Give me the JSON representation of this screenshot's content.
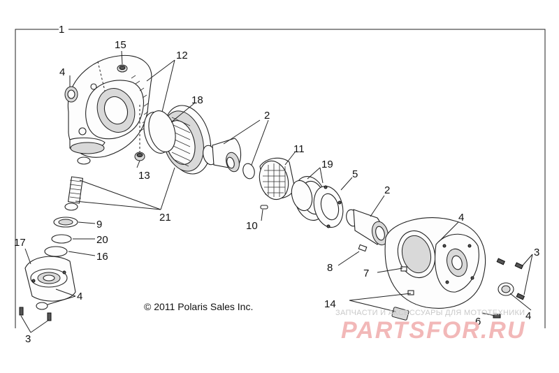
{
  "diagram": {
    "callouts": {
      "c1": "1",
      "c2a": "2",
      "c2b": "2",
      "c3a": "3",
      "c3b": "3",
      "c4a": "4",
      "c4b": "4",
      "c4c": "4",
      "c4d": "4",
      "c5": "5",
      "c6": "6",
      "c7": "7",
      "c8": "8",
      "c9": "9",
      "c10": "10",
      "c11": "11",
      "c12": "12",
      "c13": "13",
      "c14": "14",
      "c15": "15",
      "c16": "16",
      "c17": "17",
      "c18": "18",
      "c19": "19",
      "c20": "20",
      "c21": "21"
    },
    "copyright": "© 2011 Polaris Sales Inc.",
    "watermark": {
      "tagline": "ЗАПЧАСТИ И АКСЕССУАРЫ ДЛЯ МОТОТЕХНИКИ",
      "brand": "PARTSFOR.RU"
    }
  }
}
